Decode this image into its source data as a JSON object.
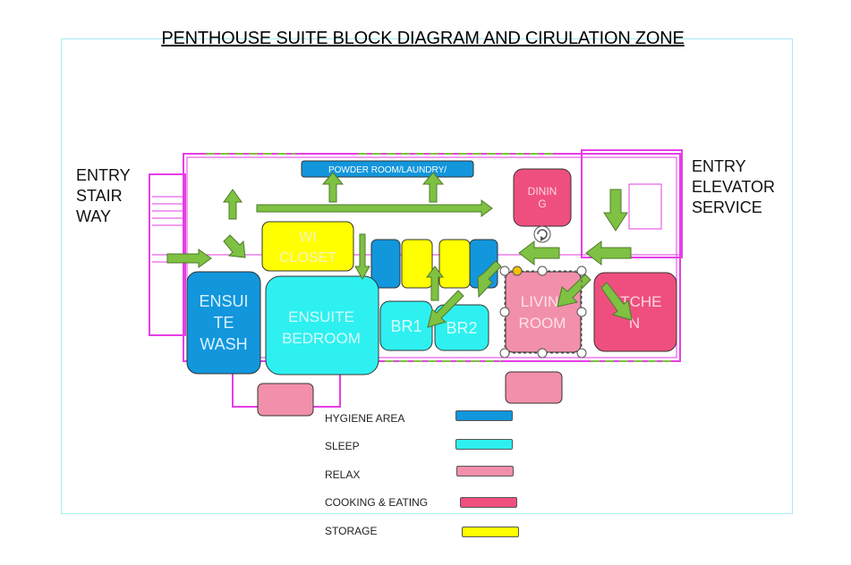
{
  "title": "PENTHOUSE SUITE BLOCK DIAGRAM AND CIRULATION ZONE",
  "labels": {
    "entry_stair": [
      "ENTRY",
      "STAIR",
      "WAY"
    ],
    "entry_elevator": [
      "ENTRY",
      "ELEVATOR",
      "SERVICE"
    ]
  },
  "rooms": {
    "powder": "POWDER ROOM/LAUNDRY/",
    "dining": [
      "DININ",
      "G"
    ],
    "wi_closet": [
      "WI",
      "CLOSET"
    ],
    "ensuite_wash": [
      "ENSUI",
      "TE",
      "WASH"
    ],
    "ensuite_bedroom": [
      "ENSUITE",
      "BEDROOM"
    ],
    "br1": "BR1",
    "br2": "BR2",
    "living": [
      "LIVIN",
      "ROOM"
    ],
    "kitchen": [
      "ITCHE",
      "N"
    ]
  },
  "colors": {
    "hygiene": "#1296dc",
    "sleep": "#2ef0f0",
    "relax": "#f28faa",
    "cooking": "#ee4f7f",
    "storage": "#ffff00",
    "arrow": "#7ec143",
    "wall": "#e63ee6"
  },
  "legend": [
    {
      "label": "HYGIENE AREA",
      "color": "#1296dc"
    },
    {
      "label": "SLEEP",
      "color": "#2ef0f0"
    },
    {
      "label": "RELAX",
      "color": "#f28faa"
    },
    {
      "label": "COOKING & EATING",
      "color": "#ee4f7f"
    },
    {
      "label": "STORAGE",
      "color": "#ffff00"
    }
  ]
}
